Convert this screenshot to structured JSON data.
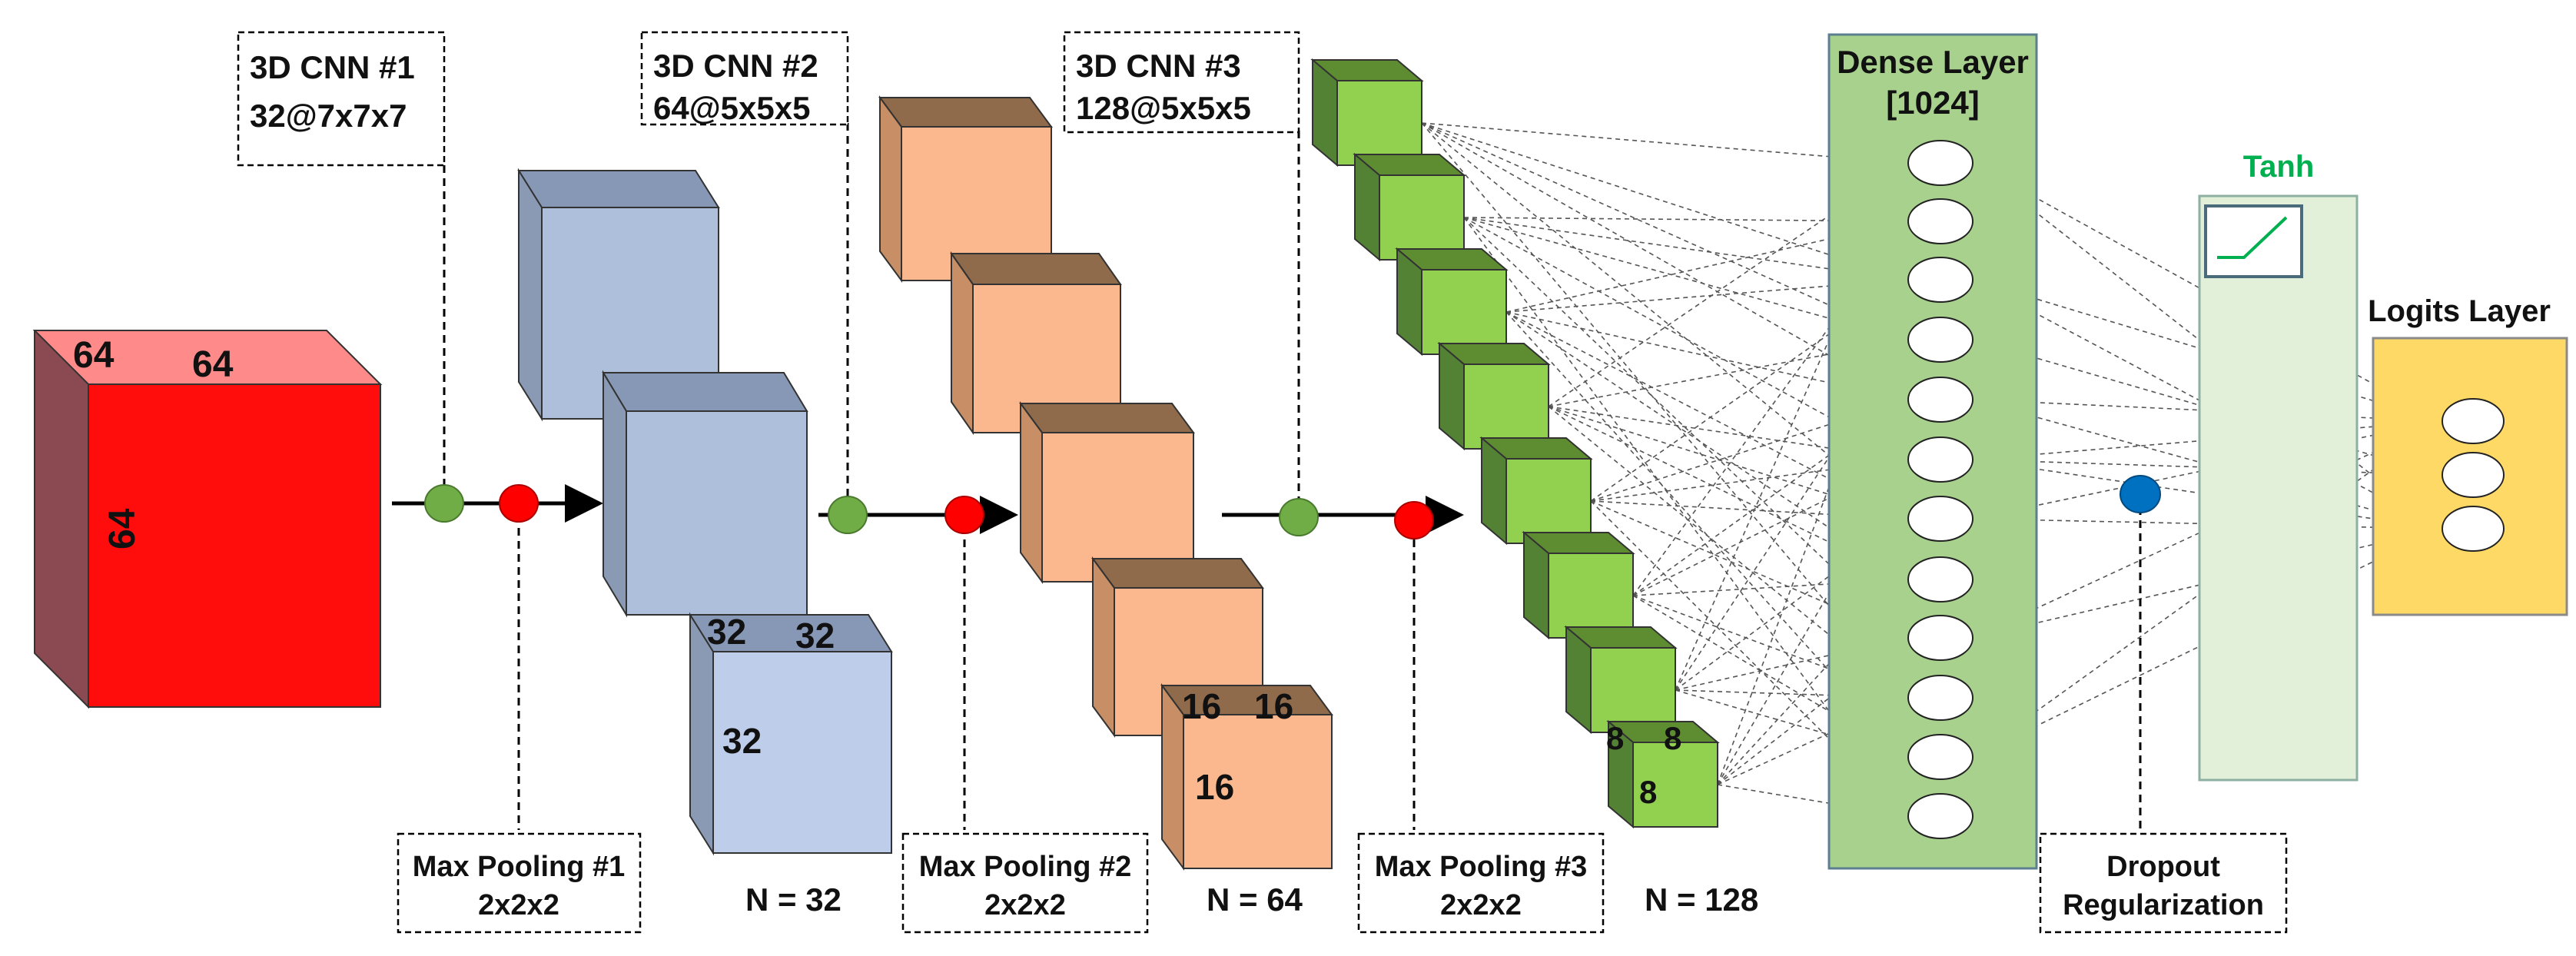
{
  "conv_labels": {
    "c1": {
      "title": "3D CNN #1",
      "spec": "32@7x7x7"
    },
    "c2": {
      "title": "3D CNN #2",
      "spec": "64@5x5x5"
    },
    "c3": {
      "title": "3D CNN #3",
      "spec": "128@5x5x5"
    }
  },
  "pool_labels": {
    "p1": {
      "title": "Max Pooling #1",
      "spec": "2x2x2"
    },
    "p2": {
      "title": "Max Pooling #2",
      "spec": "2x2x2"
    },
    "p3": {
      "title": "Max Pooling #3",
      "spec": "2x2x2"
    }
  },
  "input_dims": {
    "top_left": "64",
    "top_right": "64",
    "side": "64"
  },
  "stage1_dims": {
    "top_left": "32",
    "top_right": "32",
    "side": "32"
  },
  "stage2_dims": {
    "top_left": "16",
    "top_right": "16",
    "side": "16"
  },
  "stage3_dims": {
    "top_left": "8",
    "top_right": "8",
    "side": "8"
  },
  "counts": {
    "n1": "N = 32",
    "n2": "N = 64",
    "n3": "N = 128"
  },
  "dense": {
    "title": "Dense Layer",
    "size": "[1024]"
  },
  "tanh": {
    "title": "Tanh"
  },
  "logits": {
    "title": "Logits Layer"
  },
  "dropout": {
    "line1": "Dropout",
    "line2": "Regularization"
  },
  "colors": {
    "input_red": "#ff0d0d",
    "blue_cube": "#aebfdc",
    "orange_cube": "#fbb88e",
    "green_cube": "#92d050",
    "dense_bg": "#a9d18e",
    "tanh_bg": "#e2f0d9",
    "logits_bg": "#ffd966",
    "tanh_title": "#00b050",
    "conv_dot": "#70ad47",
    "pool_dot": "#ff0000",
    "dropout_dot": "#0070c0"
  }
}
